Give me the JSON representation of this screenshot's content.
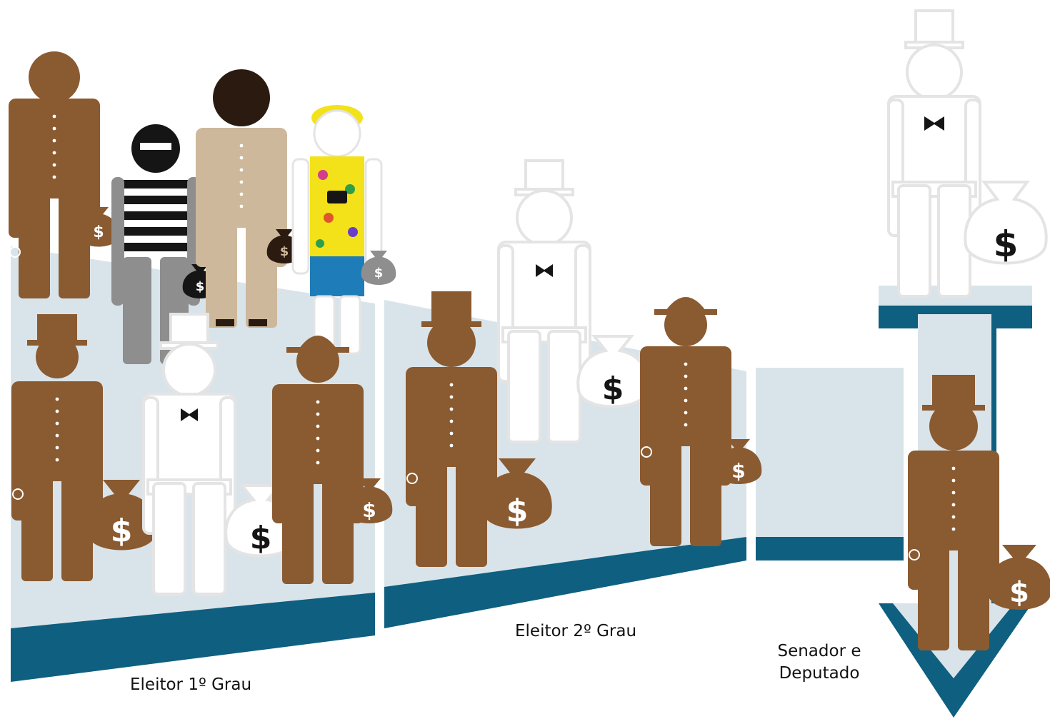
{
  "labels": {
    "stage1": "Eleitor 1º Grau",
    "stage2": "Eleitor 2º Grau",
    "stage3_line1": "Senador e",
    "stage3_line2": "Deputado"
  },
  "icons": {
    "bag_symbol": "$"
  },
  "colors": {
    "panel_fill": "#d9e4ea",
    "panel_edge": "#0e5f80",
    "brown": "#8a5a30",
    "white_figure": "#ffffff",
    "white_outline": "#e4e4e4",
    "tan": "#cdb89b",
    "gray": "#8e8e8e",
    "dark_skin": "#2b1a10",
    "blond": "#f2e21b",
    "shorts": "#1e7db8",
    "shirt": "#f3e21a"
  }
}
